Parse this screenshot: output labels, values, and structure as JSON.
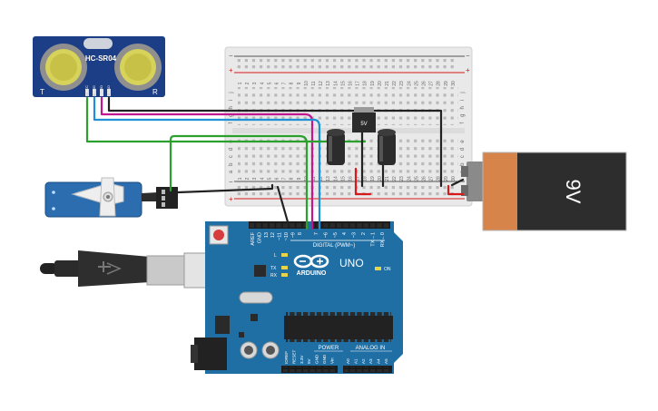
{
  "sensor": {
    "model": "HC-SR04",
    "left_mark": "T",
    "right_mark": "R",
    "pins": [
      "VCC",
      "TRIG",
      "ECHO",
      "GND"
    ]
  },
  "regulator": {
    "label": "5V"
  },
  "battery": {
    "label": "9V"
  },
  "arduino": {
    "brand": "ARDUINO",
    "model": "UNO",
    "digital_label": "DIGITAL (PWM~)",
    "header_top_left": [
      "AREF",
      "GND",
      "13",
      "12",
      "~11",
      "~10",
      "~9",
      "8"
    ],
    "header_top_right": [
      "7",
      "~6",
      "~5",
      "4",
      "~3",
      "2",
      "TX→1",
      "RX←0"
    ],
    "led_labels": [
      "L",
      "TX",
      "RX"
    ],
    "on_label": "ON",
    "power_label": "POWER",
    "analog_label": "ANALOG IN",
    "power_pins": [
      "IOREF",
      "RESET",
      "3.3V",
      "5V",
      "GND",
      "GND",
      "Vin"
    ],
    "analog_pins": [
      "A0",
      "A1",
      "A2",
      "A3",
      "A4",
      "A5"
    ]
  },
  "breadboard": {
    "col_numbers": [
      "1",
      "2",
      "3",
      "4",
      "5",
      "6",
      "7",
      "8",
      "9",
      "10",
      "11",
      "12",
      "13",
      "14",
      "15",
      "16",
      "17",
      "18",
      "19",
      "20",
      "21",
      "22",
      "23",
      "24",
      "25",
      "26",
      "27",
      "28",
      "29",
      "30"
    ],
    "row_letters_top": [
      "j",
      "i",
      "h",
      "g",
      "f"
    ],
    "row_letters_bottom": [
      "e",
      "d",
      "c",
      "b",
      "a"
    ],
    "rail_minus": "−",
    "rail_plus": "+"
  },
  "colors": {
    "wire_red": "#d7191c",
    "wire_black": "#222222",
    "wire_green": "#2ca02c",
    "wire_magenta": "#c2188f",
    "wire_blue": "#1f8fd6",
    "arduino_blue": "#1f6fa5",
    "sensor_blue": "#1c3e86"
  }
}
